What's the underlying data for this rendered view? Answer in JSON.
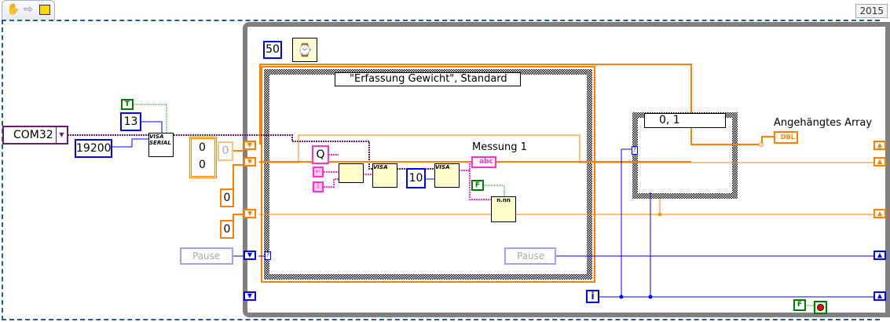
{
  "toolbar": {
    "version": "2015",
    "icons": [
      "hand-tool-icon",
      "run-arrow-icon",
      "vi-icon"
    ]
  },
  "diagram": {
    "visa_resource": "COM32",
    "baud_rate": "19200",
    "termination_char": "13",
    "termination_enable": "T",
    "cluster_values": [
      "0",
      "0"
    ],
    "indicator_zero": "0",
    "shift_init_1": "0",
    "shift_init_2": "0",
    "wait_ms": "50",
    "enum_left": "Pause",
    "enum_right": "Pause",
    "case_selector": "\"Erfassung Gewicht\", Standard",
    "command": "Q",
    "read_bytes": "10",
    "measurement_label": "Messung 1",
    "measurement_type": "abc",
    "false_const": "F",
    "format_node": "n.nn",
    "inner_case_selector": "0, 1",
    "array_label": "Angehängtes Array",
    "array_type": "DBL",
    "iteration": "i",
    "stop_const": "F",
    "visa_serial_label": "VISA SERIAL",
    "visa_write_label": "VISA",
    "visa_read_label": "VISA"
  },
  "colors": {
    "refnum": "#6b1d6b",
    "numeric": "#ff8000",
    "integer": "#0000ff",
    "string": "#ff33cc",
    "boolean": "#007d00"
  }
}
